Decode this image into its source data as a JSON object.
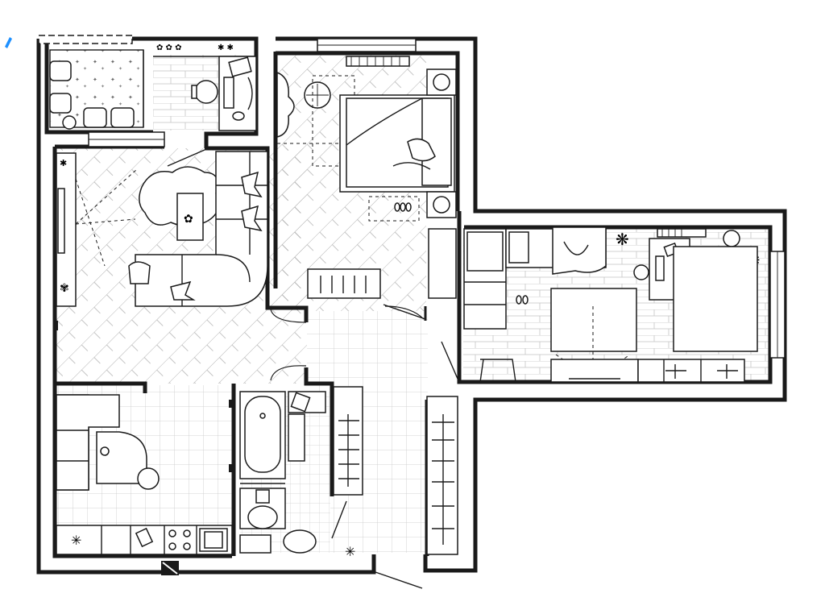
{
  "accent_color": "#1e90ff",
  "line_color": "#1a1a1a",
  "background_color": "#ffffff",
  "rooms": [
    {
      "id": "balcony",
      "icon": "balcony-icon"
    },
    {
      "id": "study-nook",
      "icon": "desk-icon"
    },
    {
      "id": "living-room",
      "icon": "sofa-icon"
    },
    {
      "id": "master-bedroom",
      "icon": "bed-icon"
    },
    {
      "id": "kids-room",
      "icon": "bunk-bed-icon"
    },
    {
      "id": "kitchen",
      "icon": "stove-icon"
    },
    {
      "id": "bathroom",
      "icon": "bathtub-icon"
    },
    {
      "id": "hallway",
      "icon": "wardrobe-icon"
    }
  ]
}
